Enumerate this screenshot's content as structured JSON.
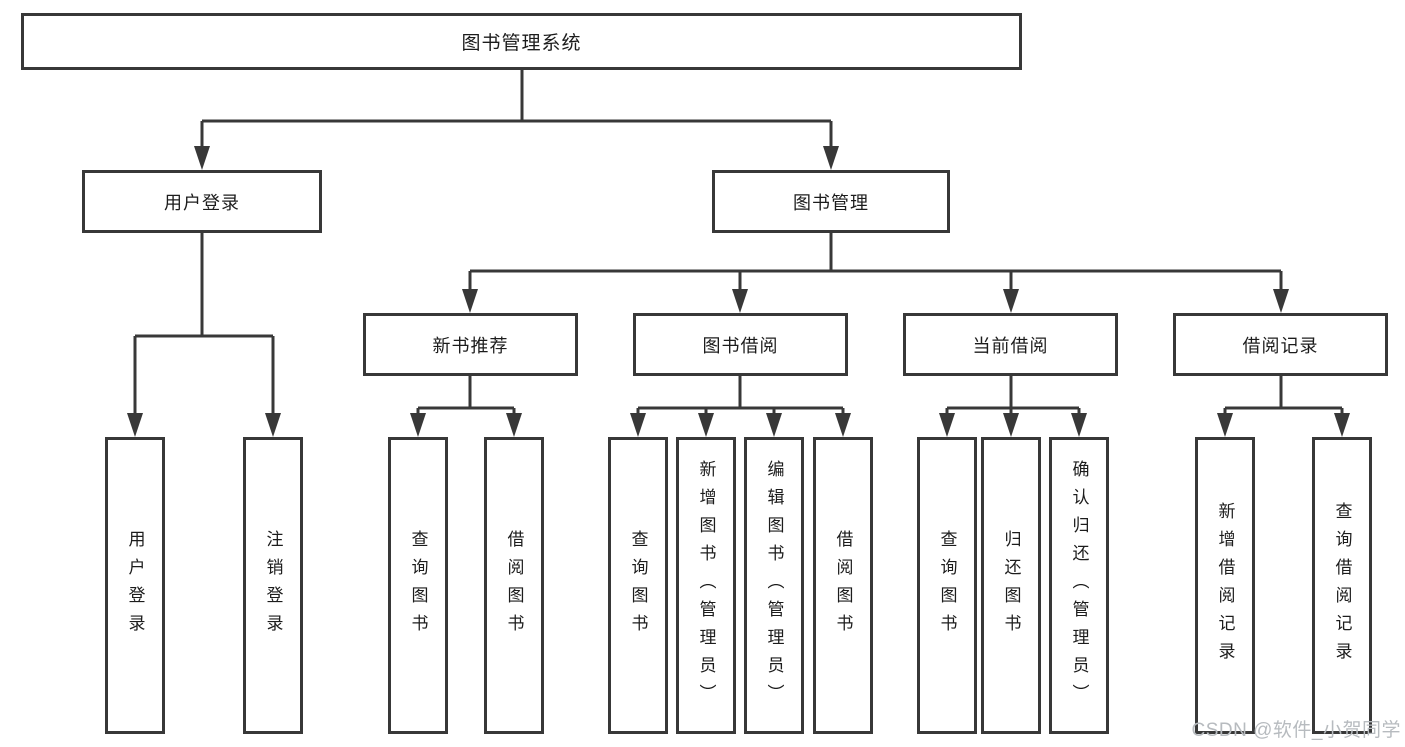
{
  "watermark": {
    "text": "CSDN @软件_小贺同学"
  },
  "colors": {
    "line": "#383838",
    "text": "#1c1c1c",
    "background": "#ffffff",
    "watermark_text": "#b7bbbf"
  },
  "tree": {
    "root": {
      "label": "图书管理系统"
    },
    "children": [
      {
        "label": "用户登录",
        "children": [
          {
            "label": "用户登录"
          },
          {
            "label": "注销登录"
          }
        ]
      },
      {
        "label": "图书管理",
        "children": [
          {
            "label": "新书推荐",
            "children": [
              {
                "label": "查询图书"
              },
              {
                "label": "借阅图书"
              }
            ]
          },
          {
            "label": "图书借阅",
            "children": [
              {
                "label": "查询图书"
              },
              {
                "label": "新增图书（管理员）"
              },
              {
                "label": "编辑图书（管理员）"
              },
              {
                "label": "借阅图书"
              }
            ]
          },
          {
            "label": "当前借阅",
            "children": [
              {
                "label": "查询图书"
              },
              {
                "label": "归还图书"
              },
              {
                "label": "确认归还（管理员）"
              }
            ]
          },
          {
            "label": "借阅记录",
            "children": [
              {
                "label": "新增借阅记录"
              },
              {
                "label": "查询借阅记录"
              }
            ]
          }
        ]
      }
    ]
  }
}
